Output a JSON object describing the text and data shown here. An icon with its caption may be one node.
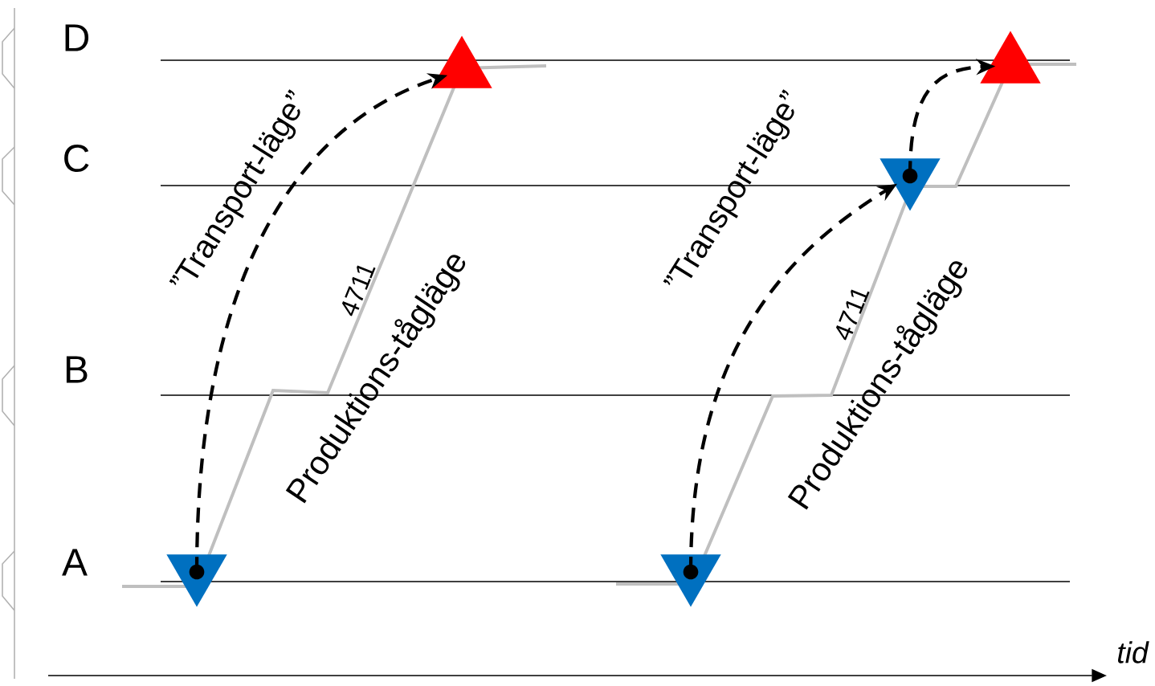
{
  "diagram": {
    "nodes": [
      {
        "text": [],
        "shape": "triangle"
      },
      {
        "text": [],
        "shape": "triangle"
      },
      {
        "text": [],
        "shape": "triangle"
      },
      {
        "text": [],
        "shape": "triangle"
      },
      {
        "text": [],
        "shape": "triangle"
      }
    ],
    "edges": [
      {
        "from": 0,
        "to": 1,
        "arrow": "to",
        "style": "dashed",
        "label": "”Transport-läge”"
      },
      {
        "from": 2,
        "to": 3,
        "arrow": "to",
        "style": "dashed",
        "label": "”Transport-läge”"
      },
      {
        "from": 3,
        "to": 4,
        "arrow": "to",
        "style": "dashed"
      }
    ],
    "labels": [
      "D",
      "C",
      "B",
      "A",
      "4711",
      "Produktions-tågläge",
      "4711",
      "Produktions-tågläge",
      "tid"
    ]
  }
}
